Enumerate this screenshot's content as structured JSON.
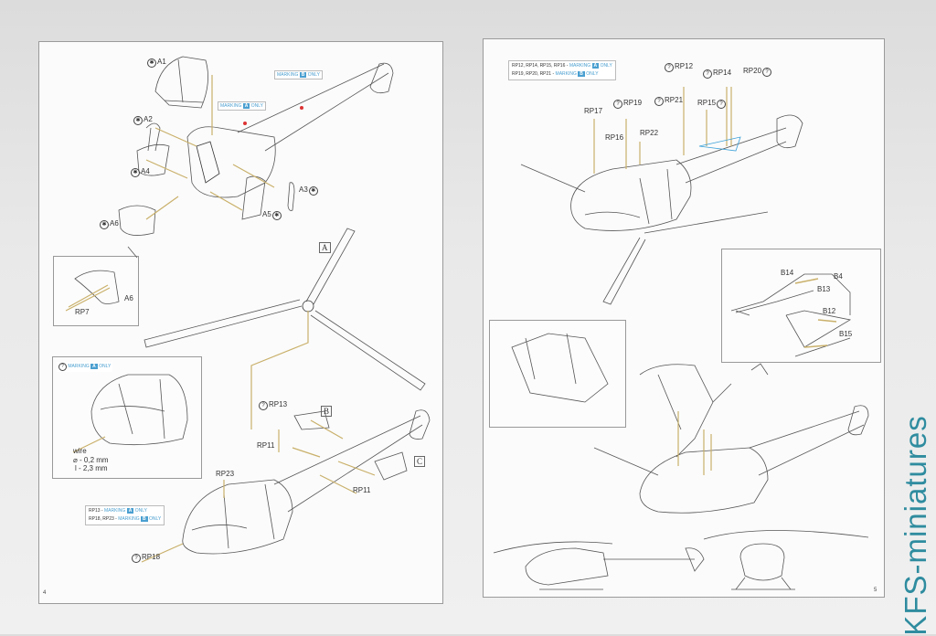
{
  "left_page": {
    "page_number": "4",
    "parts": {
      "a1": "A1",
      "a2": "A2",
      "a3": "A3",
      "a4": "A4",
      "a5": "A5",
      "a6": "A6",
      "a6_inset": "A6",
      "rp7": "RP7",
      "rp13": "RP13",
      "rp11a": "RP11",
      "rp11b": "RP11",
      "rp23": "RP23",
      "rp18": "RP18"
    },
    "marking_b_top": {
      "prefix": "MARKING",
      "letter": "B",
      "suffix": "ONLY"
    },
    "marking_a_top": {
      "prefix": "MARKING",
      "letter": "A",
      "suffix": "ONLY"
    },
    "assembly_letters": {
      "a": "A",
      "b": "B",
      "c": "C"
    },
    "inset": {
      "marking": {
        "prefix": "MARKING",
        "letter": "A",
        "suffix": "ONLY"
      },
      "wire_label": "wire",
      "wire_diameter": "⌀ - 0,2 mm",
      "wire_length": "l - 2,3 mm"
    },
    "legend": {
      "line1": {
        "parts": "RP13 -",
        "prefix": "MARKING",
        "letter": "A",
        "suffix": "ONLY"
      },
      "line2": {
        "parts": "RP18, RP23 -",
        "prefix": "MARKING",
        "letter": "B",
        "suffix": "ONLY"
      }
    }
  },
  "right_page": {
    "page_number": "5",
    "legend": {
      "line1": {
        "parts": "RP12, RP14, RP15, RP16 -",
        "prefix": "MARKING",
        "letter": "A",
        "suffix": "ONLY"
      },
      "line2": {
        "parts": "RP19, RP20, RP21 -",
        "prefix": "MARKING",
        "letter": "B",
        "suffix": "ONLY"
      }
    },
    "parts": {
      "rp12": "RP12",
      "rp14": "RP14",
      "rp20": "RP20",
      "rp19": "RP19",
      "rp21": "RP21",
      "rp15": "RP15",
      "rp17": "RP17",
      "rp16": "RP16",
      "rp22": "RP22",
      "b14": "B14",
      "b4": "B4",
      "b13": "B13",
      "b12": "B12",
      "b15": "B15"
    }
  },
  "watermark": "KFS-miniatures"
}
